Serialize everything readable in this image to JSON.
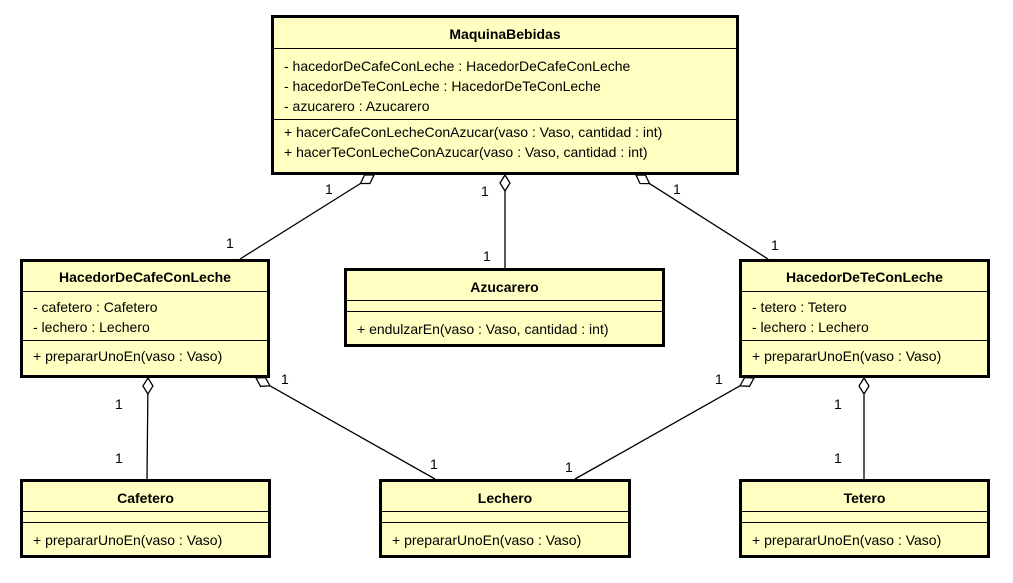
{
  "classes": {
    "maquina": {
      "name": "MaquinaBebidas",
      "attributes": [
        "- hacedorDeCafeConLeche : HacedorDeCafeConLeche",
        "- hacedorDeTeConLeche : HacedorDeTeConLeche",
        "- azucarero : Azucarero"
      ],
      "operations": [
        "+ hacerCafeConLecheConAzucar(vaso : Vaso, cantidad : int)",
        "+ hacerTeConLecheConAzucar(vaso : Vaso, cantidad : int)"
      ]
    },
    "hacedor_cafe": {
      "name": "HacedorDeCafeConLeche",
      "attributes": [
        "- cafetero : Cafetero",
        "- lechero : Lechero"
      ],
      "operations": [
        "+ prepararUnoEn(vaso : Vaso)"
      ]
    },
    "azucarero": {
      "name": "Azucarero",
      "attributes": [],
      "operations": [
        "+ endulzarEn(vaso : Vaso, cantidad : int)"
      ]
    },
    "hacedor_te": {
      "name": "HacedorDeTeConLeche",
      "attributes": [
        "- tetero : Tetero",
        "- lechero : Lechero"
      ],
      "operations": [
        "+ prepararUnoEn(vaso : Vaso)"
      ]
    },
    "cafetero": {
      "name": "Cafetero",
      "attributes": [],
      "operations": [
        "+ prepararUnoEn(vaso : Vaso)"
      ]
    },
    "lechero": {
      "name": "Lechero",
      "attributes": [],
      "operations": [
        "+ prepararUnoEn(vaso : Vaso)"
      ]
    },
    "tetero": {
      "name": "Tetero",
      "attributes": [],
      "operations": [
        "+ prepararUnoEn(vaso : Vaso)"
      ]
    }
  },
  "associations": [
    {
      "whole": "maquina",
      "part": "hacedor_cafe",
      "whole_multiplicity": "1",
      "part_multiplicity": "1"
    },
    {
      "whole": "maquina",
      "part": "azucarero",
      "whole_multiplicity": "1",
      "part_multiplicity": "1"
    },
    {
      "whole": "maquina",
      "part": "hacedor_te",
      "whole_multiplicity": "1",
      "part_multiplicity": "1"
    },
    {
      "whole": "hacedor_cafe",
      "part": "cafetero",
      "whole_multiplicity": "1",
      "part_multiplicity": "1"
    },
    {
      "whole": "hacedor_cafe",
      "part": "lechero",
      "whole_multiplicity": "1",
      "part_multiplicity": "1"
    },
    {
      "whole": "hacedor_te",
      "part": "lechero",
      "whole_multiplicity": "1",
      "part_multiplicity": "1"
    },
    {
      "whole": "hacedor_te",
      "part": "tetero",
      "whole_multiplicity": "1",
      "part_multiplicity": "1"
    }
  ],
  "colors": {
    "class_fill": "#ffffc2",
    "stroke": "#000000"
  }
}
